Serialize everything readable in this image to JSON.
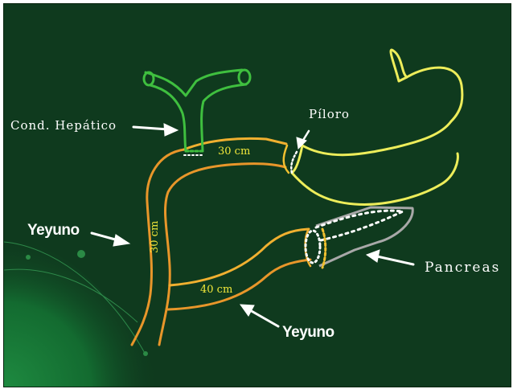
{
  "labels": {
    "hepatic_duct": "Cond. Hepático",
    "pylorus": "Píloro",
    "jejunum_left": "Yeyuno",
    "jejunum_bottom": "Yeyuno",
    "pancreas": "Pancreas"
  },
  "measurements": {
    "top_limb": "30 cm",
    "vertical_limb": "30 cm",
    "bottom_limb": "40 cm"
  },
  "colors": {
    "background": "#0f3a1e",
    "bile_duct": "#3fbf3f",
    "jejunum": "#e8962a",
    "stomach": "#eded5a",
    "pancreas": "#a8a8a8",
    "measurement_text": "#f2e83a",
    "label_text": "#ffffff"
  }
}
